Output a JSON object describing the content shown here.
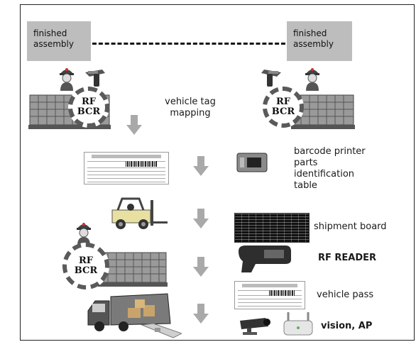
{
  "boxes": {
    "left": "finished assembly",
    "right": "finished assembly"
  },
  "circle_labels": {
    "top": "RF",
    "bottom": "BCR"
  },
  "steps": {
    "mapping": "vehicle tag mapping",
    "printer": [
      "barcode printer",
      "parts",
      "identification",
      "table"
    ],
    "shipment": "shipment board",
    "reader": "RF READER",
    "pass": "vehicle pass",
    "vision": "vision, AP"
  },
  "colors": {
    "box_fill": "#bdbdbd",
    "arrow": "#a9a9a9",
    "ring": "#5a5a5a"
  },
  "icons": {
    "worker": "worker-helmet-icon",
    "scanner": "handheld-scanner-icon",
    "cage": "wire-cage-pallet-icon",
    "printer": "barcode-printer-icon",
    "forklift": "forklift-icon",
    "truck": "delivery-truck-icon",
    "camera": "cctv-camera-icon",
    "ap": "wireless-access-point-icon"
  }
}
